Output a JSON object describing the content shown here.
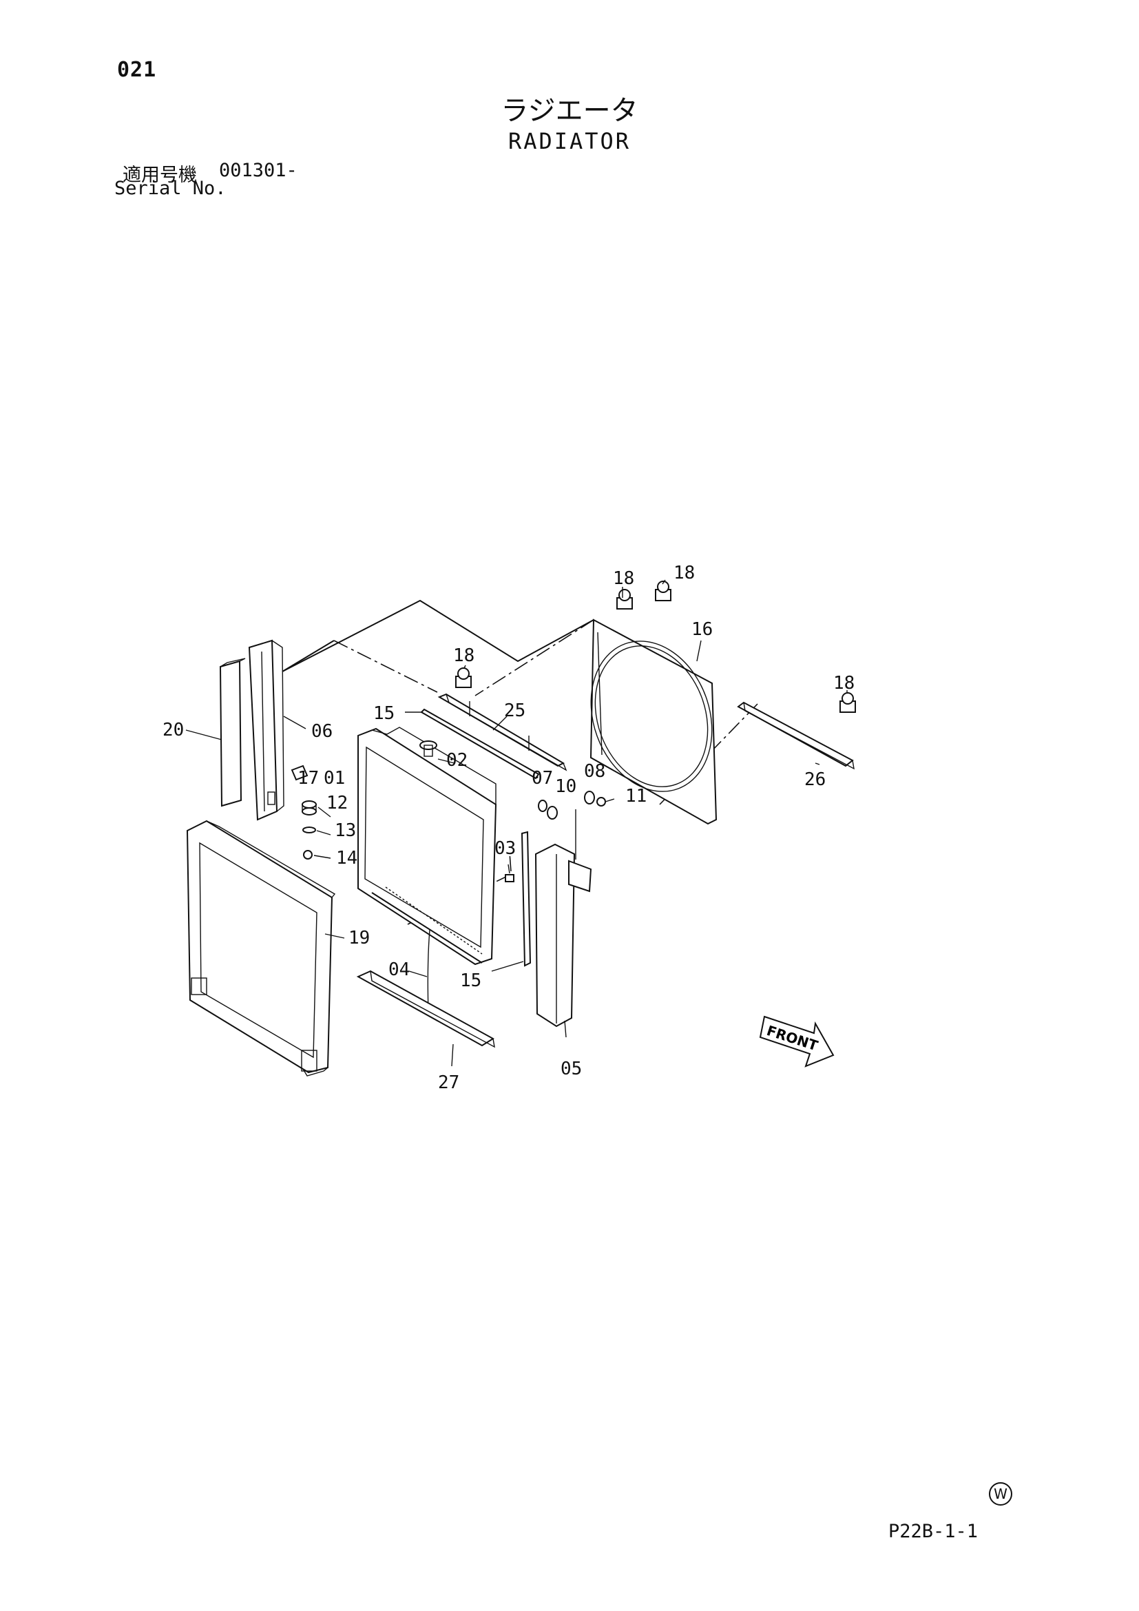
{
  "header": {
    "page_number": "021",
    "title_jp": "ラジエータ",
    "title_en": "RADIATOR",
    "serial_label_jp": "適用号機",
    "serial_value": "001301-",
    "serial_label_en": "Serial No."
  },
  "footer": {
    "page_code": "P22B-1-1",
    "mark": "W"
  },
  "diagram": {
    "front_label": "FRONT",
    "callouts": [
      {
        "id": "c18a",
        "text": "18"
      },
      {
        "id": "c18b",
        "text": "18"
      },
      {
        "id": "c16",
        "text": "16"
      },
      {
        "id": "c18c",
        "text": "18"
      },
      {
        "id": "c18d",
        "text": "18"
      },
      {
        "id": "c15a",
        "text": "15"
      },
      {
        "id": "c25",
        "text": "25"
      },
      {
        "id": "c20",
        "text": "20"
      },
      {
        "id": "c06",
        "text": "06"
      },
      {
        "id": "c02",
        "text": "02"
      },
      {
        "id": "c17",
        "text": "17"
      },
      {
        "id": "c01",
        "text": "01"
      },
      {
        "id": "c12",
        "text": "12"
      },
      {
        "id": "c13",
        "text": "13"
      },
      {
        "id": "c14",
        "text": "14"
      },
      {
        "id": "c07",
        "text": "07"
      },
      {
        "id": "c10",
        "text": "10"
      },
      {
        "id": "c08",
        "text": "08"
      },
      {
        "id": "c11",
        "text": "11"
      },
      {
        "id": "c26",
        "text": "26"
      },
      {
        "id": "c03",
        "text": "03"
      },
      {
        "id": "c19",
        "text": "19"
      },
      {
        "id": "c04",
        "text": "04"
      },
      {
        "id": "c15b",
        "text": "15"
      },
      {
        "id": "c05",
        "text": "05"
      },
      {
        "id": "c27",
        "text": "27"
      }
    ]
  }
}
